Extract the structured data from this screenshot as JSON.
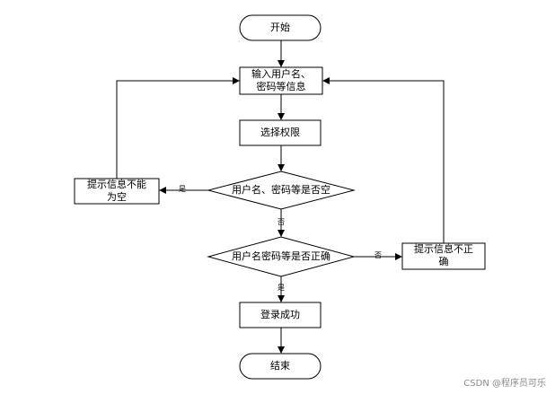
{
  "nodes": {
    "start": "开始",
    "input_line1": "输入用户名、",
    "input_line2": "密码等信息",
    "select_permission": "选择权限",
    "check_empty": "用户名、密码等是否空",
    "check_correct": "用户名密码等是否正确",
    "login_success": "登录成功",
    "end": "结束",
    "prompt_empty_line1": "提示信息不能",
    "prompt_empty_line2": "为空",
    "prompt_wrong_line1": "提示信息不正",
    "prompt_wrong_line2": "确"
  },
  "edge_labels": {
    "empty_yes": "是",
    "empty_no": "否",
    "correct_no": "否",
    "correct_yes": "是"
  },
  "watermark": "CSDN @程序员可乐"
}
